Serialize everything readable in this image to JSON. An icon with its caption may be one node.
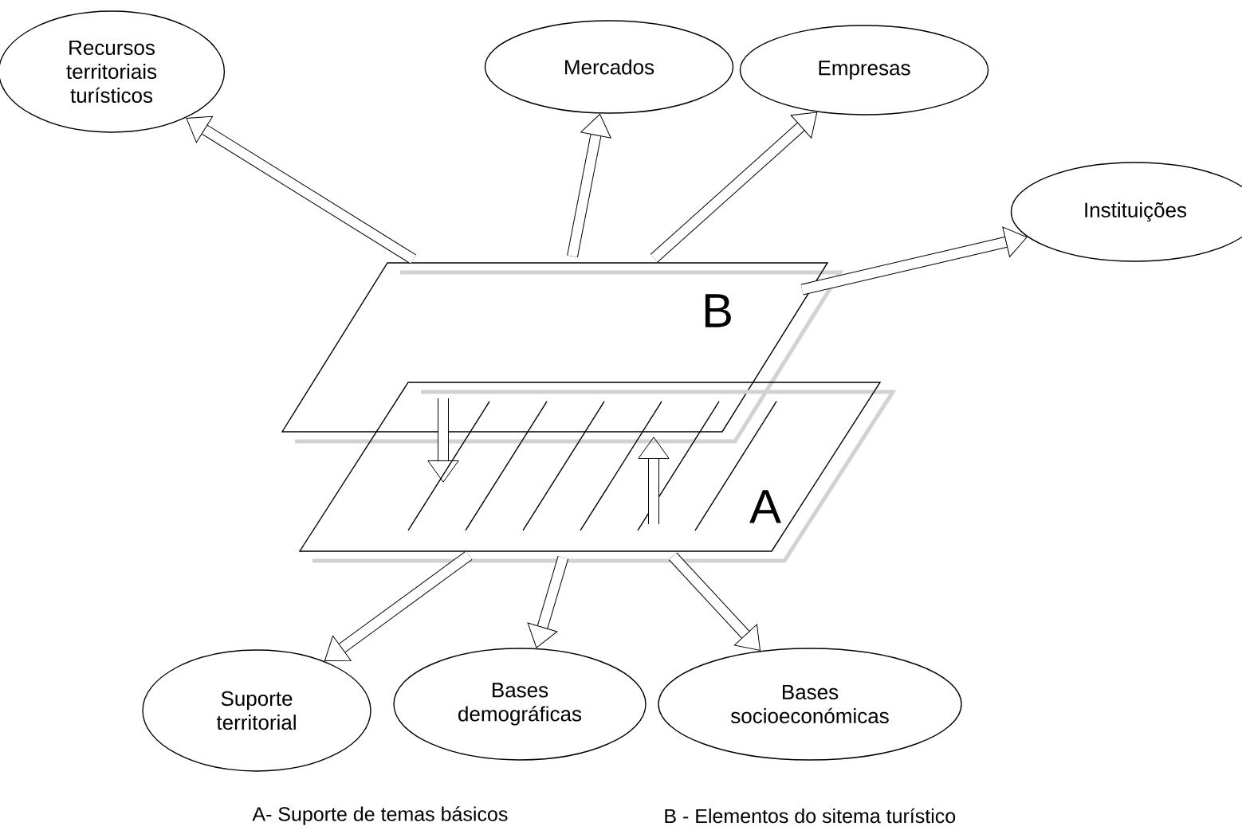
{
  "diagram": {
    "nodes": [
      {
        "text": [
          "Recursos territoriais turísticos"
        ]
      },
      {
        "text": [
          "Mercados"
        ]
      },
      {
        "text": [
          "Empresas"
        ]
      },
      {
        "text": [
          "Instituições"
        ]
      },
      {
        "text": [
          "B"
        ]
      },
      {
        "text": [
          "A"
        ]
      },
      {
        "text": [
          "Suporte territorial"
        ]
      },
      {
        "text": [
          "Bases demográficas"
        ]
      },
      {
        "text": [
          "Bases socioeconómicas"
        ]
      }
    ],
    "edges": [
      {
        "from": 4,
        "to": 0,
        "arrow": "to"
      },
      {
        "from": 4,
        "to": 1,
        "arrow": "to"
      },
      {
        "from": 4,
        "to": 2,
        "arrow": "to"
      },
      {
        "from": 4,
        "to": 3,
        "arrow": "to"
      },
      {
        "from": 4,
        "to": 5,
        "arrow": "to"
      },
      {
        "from": 5,
        "to": 4,
        "arrow": "to"
      },
      {
        "from": 5,
        "to": 6,
        "arrow": "to"
      },
      {
        "from": 5,
        "to": 7,
        "arrow": "to"
      },
      {
        "from": 5,
        "to": 8,
        "arrow": "to"
      }
    ],
    "labels": [
      "A- Suporte de temas básicos",
      "B - Elementos do sitema turístico"
    ]
  }
}
